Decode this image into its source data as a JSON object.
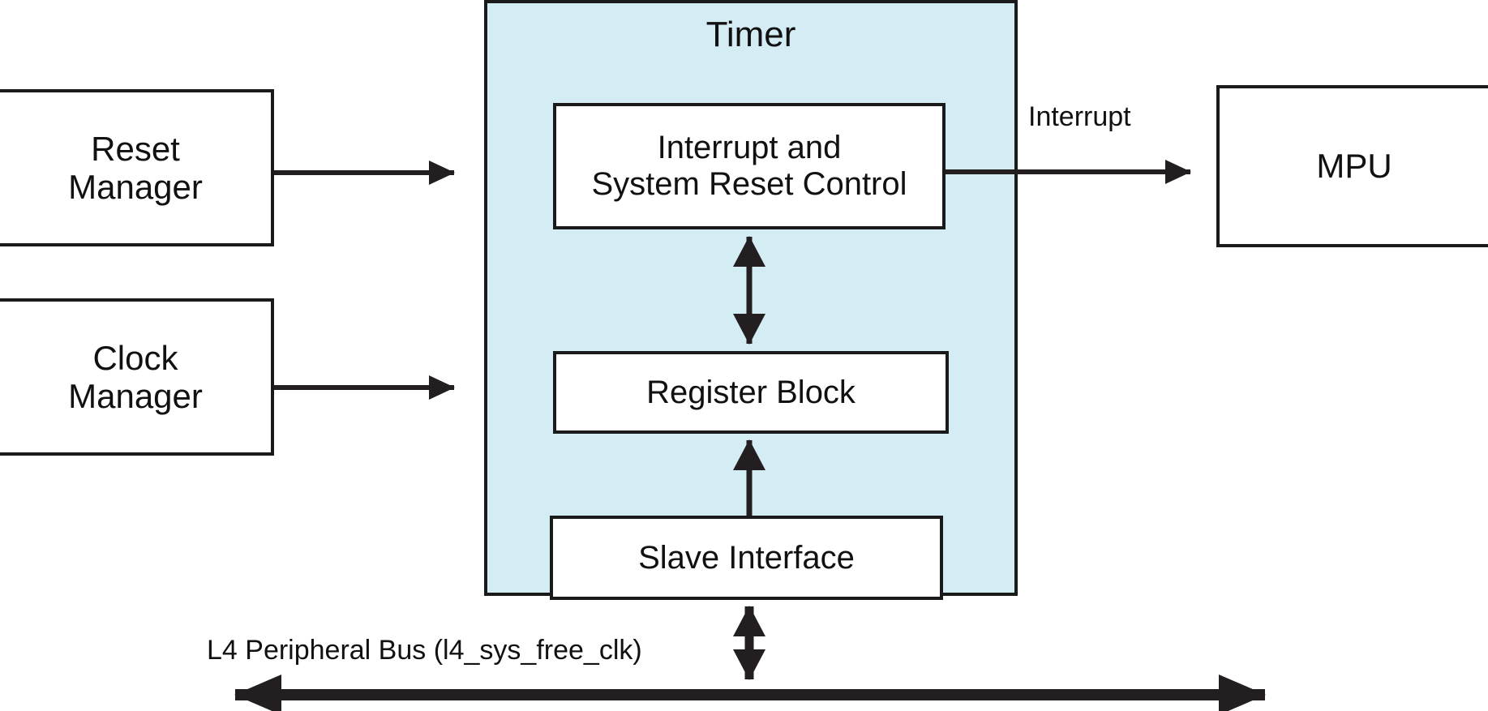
{
  "diagram": {
    "title_block": {
      "label": "Timer",
      "fill_color": "#d4ecf4",
      "border_color": "#1a1a1a"
    },
    "external_blocks": [
      {
        "id": "reset-manager",
        "label": "Reset\nManager"
      },
      {
        "id": "clock-manager",
        "label": "Clock\nManager"
      },
      {
        "id": "mpu",
        "label": "MPU"
      }
    ],
    "internal_blocks": [
      {
        "id": "interrupt-system-reset-control",
        "label": "Interrupt and\nSystem Reset Control"
      },
      {
        "id": "register-block",
        "label": "Register Block"
      },
      {
        "id": "slave-interface",
        "label": "Slave Interface"
      }
    ],
    "edge_labels": [
      {
        "id": "interrupt",
        "label": "Interrupt"
      },
      {
        "id": "l4-bus",
        "label": "L4 Peripheral Bus (l4_sys_free_clk)"
      }
    ],
    "connections": [
      {
        "from": "reset-manager",
        "to": "timer",
        "direction": "one-way"
      },
      {
        "from": "clock-manager",
        "to": "timer",
        "direction": "one-way"
      },
      {
        "from": "interrupt-system-reset-control",
        "to": "mpu",
        "direction": "one-way",
        "label": "Interrupt"
      },
      {
        "from": "interrupt-system-reset-control",
        "to": "register-block",
        "direction": "two-way"
      },
      {
        "from": "slave-interface",
        "to": "register-block",
        "direction": "one-way"
      },
      {
        "from": "slave-interface",
        "to": "l4-bus",
        "direction": "two-way"
      }
    ]
  }
}
